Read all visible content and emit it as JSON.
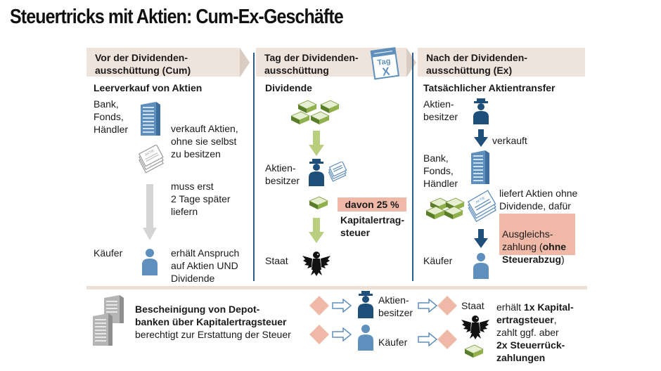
{
  "title": "Steuertricks mit Aktien: Cum-Ex-Geschäfte",
  "columns": [
    {
      "header": "Vor der Dividenden-\nausschüttung (Cum)",
      "subtitle": "Leerverkauf von Aktien",
      "actor_label": "Bank,\nFonds,\nHändler",
      "step1": "verkauft Aktien,\nohne sie selbst\nzu besitzen",
      "step2": "muss erst\n2 Tage später\nliefern",
      "buyer_label": "Käufer",
      "buyer_text": "erhält Anspruch\nauf Aktien UND\nDividende"
    },
    {
      "header": "Tag der Dividenden-\nausschüttung",
      "badge": "Tag X",
      "subtitle": "Dividende",
      "owner_label": "Aktien-\nbesitzer",
      "tax_box": "davon 25 %",
      "tax_text": "Kapitalertrag-\nsteuer",
      "state_label": "Staat"
    },
    {
      "header": "Nach der Dividenden-\nausschüttung (Ex)",
      "subtitle": "Tatsächlicher Aktientransfer",
      "owner_label": "Aktien-\nbesitzer",
      "sells": "verkauft",
      "bank_label": "Bank,\nFonds,\nHändler",
      "delivers": "liefert Aktien ohne\nDividende, dafür",
      "comp_1": "Ausgleichs-\nzahlung (",
      "comp_bold": "ohne\nSteuerabzug",
      "comp_2": ")",
      "buyer_label": "Käufer"
    }
  ],
  "bottom": {
    "cert_title": "Bescheinigung von Depot-\nbanken über Kapitalertragsteuer",
    "cert_text": "berechtigt zur Erstattung der Steuer",
    "flow_owner": "Aktien-\nbesitzer",
    "flow_buyer": "Käufer",
    "state_label": "Staat",
    "result_1": "erhält ",
    "result_bold1": "1x Kapital-\nertragsteuer",
    "result_2": ",\nzahlt ggf. aber\n",
    "result_bold2": "2x Steuerrück-\nzahlungen"
  },
  "colors": {
    "header_bg": "#efe4dc",
    "divider": "#2b5c8a",
    "salmon": "#f0b9a7",
    "green_arrow": "#b9cf7f",
    "blue_dark": "#1e4e7a",
    "blue_light": "#5f8fbd"
  }
}
